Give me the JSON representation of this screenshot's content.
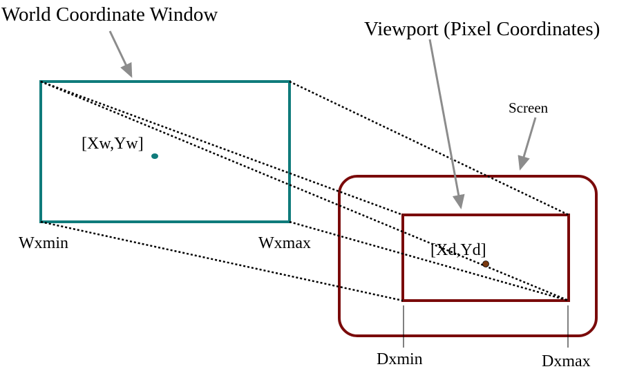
{
  "labels": {
    "world_window_title": "World Coordinate Window",
    "viewport_title": "Viewport (Pixel Coordinates)",
    "screen": "Screen",
    "world_point": "[Xw,Yw]",
    "device_point": "[Xd,Yd]",
    "wxmin": "Wxmin",
    "wxmax": "Wxmax",
    "dxmin": "Dxmin",
    "dxmax": "Dxmax"
  },
  "colors": {
    "world_window": "#0f7b7b",
    "screen": "#7a0a0a",
    "viewport": "#7a0a0a",
    "device_point": "#7a3a10",
    "arrow": "#8c8c8c",
    "mapping_lines": "#000000"
  }
}
